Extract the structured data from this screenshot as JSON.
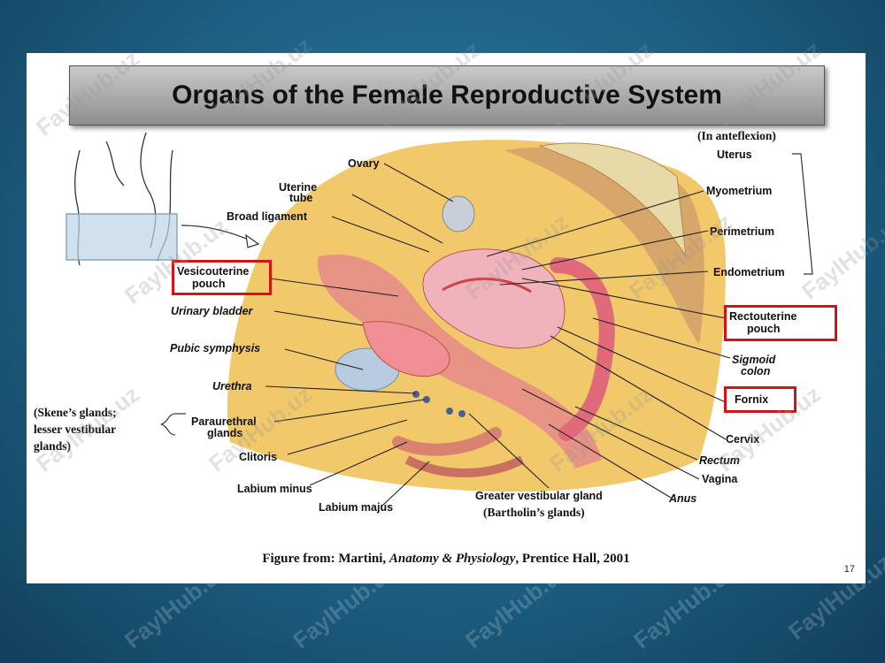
{
  "title": "Organs of the Female Reproductive System",
  "labels": {
    "anteflexion": "(In anteflexion)",
    "uterus": "Uterus",
    "ovary": "Ovary",
    "uterine_tube_1": "Uterine",
    "uterine_tube_2": "tube",
    "broad_ligament": "Broad ligament",
    "myometrium": "Myometrium",
    "perimetrium": "Perimetrium",
    "endometrium": "Endometrium",
    "vesicouterine_1": "Vesicouterine",
    "vesicouterine_2": "pouch",
    "urinary_bladder": "Urinary bladder",
    "rectouterine_1": "Rectouterine",
    "rectouterine_2": "pouch",
    "pubic_symphysis": "Pubic symphysis",
    "sigmoid_1": "Sigmoid",
    "sigmoid_2": "colon",
    "urethra": "Urethra",
    "fornix": "Fornix",
    "skene_1": "(Skene’s glands;",
    "skene_2": "lesser vestibular",
    "skene_3": "glands)",
    "paraurethral_1": "Paraurethral",
    "paraurethral_2": "glands",
    "cervix": "Cervix",
    "clitoris": "Clitoris",
    "rectum": "Rectum",
    "vagina": "Vagina",
    "labium_minus": "Labium minus",
    "anus": "Anus",
    "greater_vestibular": "Greater vestibular gland",
    "labium_majus": "Labium majus",
    "bartholin": "(Bartholin’s glands)"
  },
  "caption": {
    "prefix": "Figure from: Martini, ",
    "italic": "Anatomy & Physiology",
    "suffix": ", Prentice Hall, 2001"
  },
  "page_number": "17",
  "watermark": "FaylHub.uz",
  "colors": {
    "highlight_box": "#d11515",
    "background": "#1d5f82"
  }
}
